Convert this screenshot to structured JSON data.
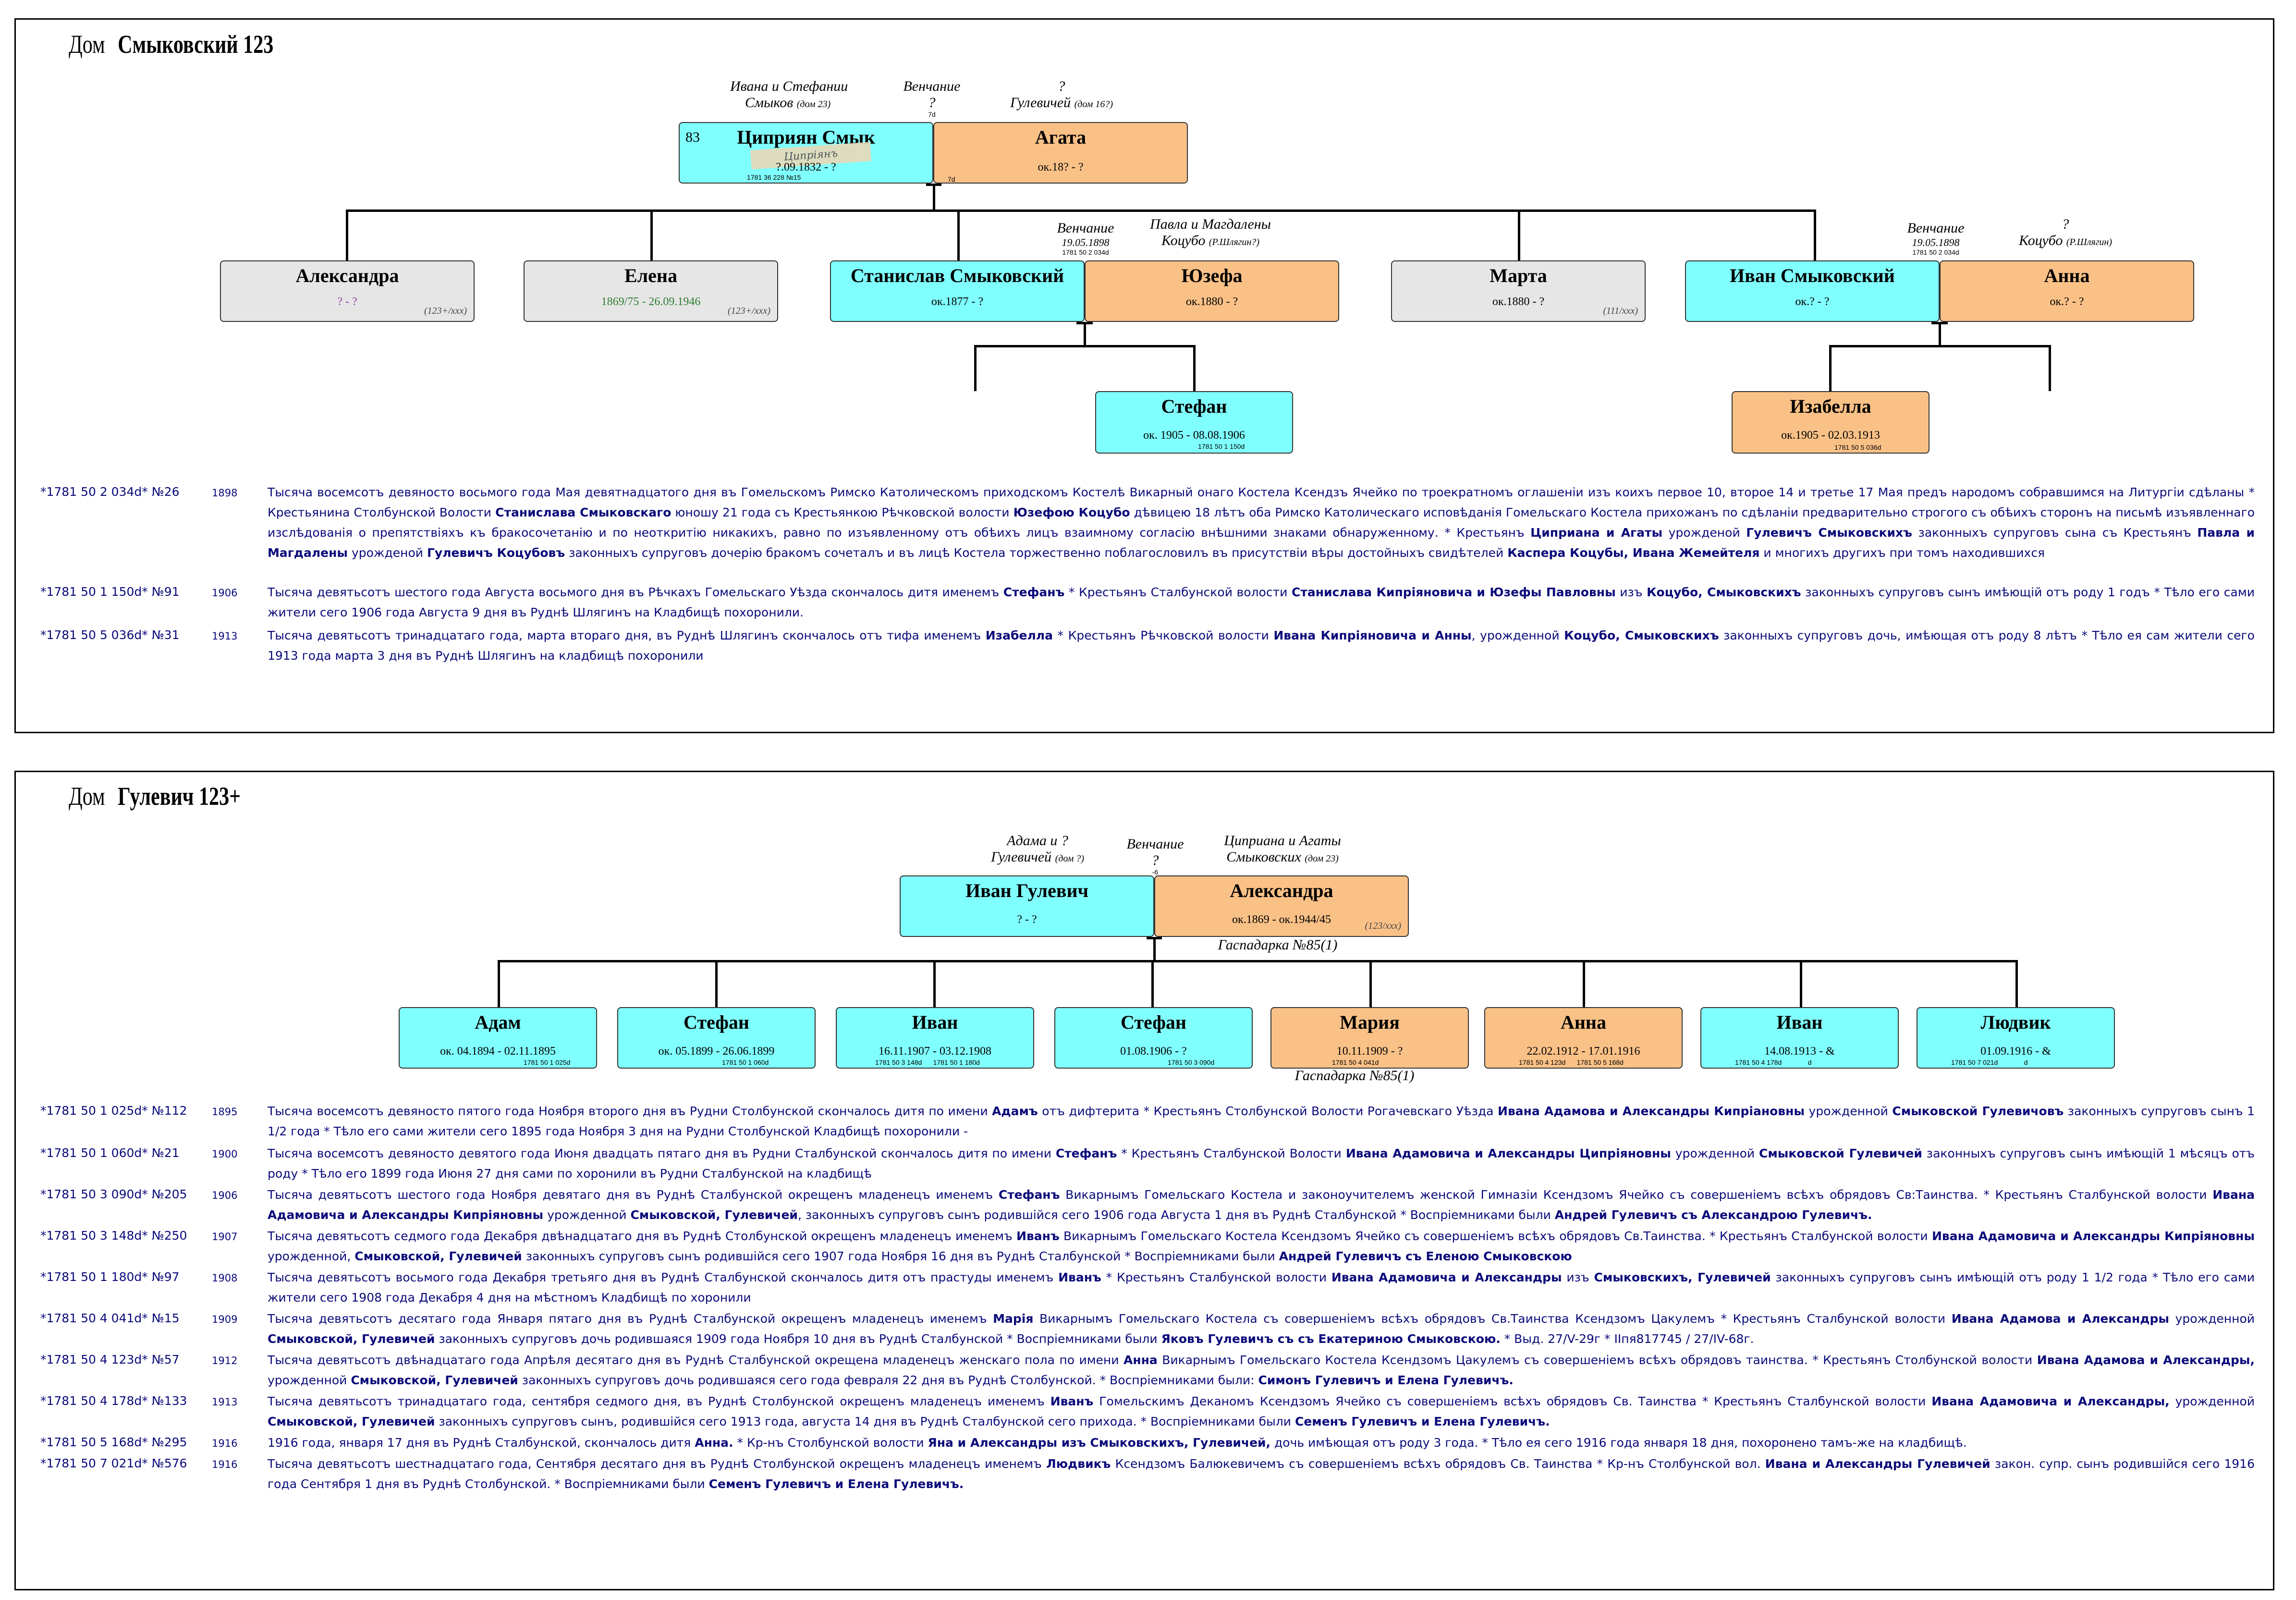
{
  "house1": {
    "label": "Дом",
    "name": "Смыковский 123",
    "parents_husband": {
      "line1": "Ивана и Стефании",
      "line2": "Смыков",
      "note": "(дом 23)"
    },
    "wedding_top": {
      "label": "Венчание",
      "value": "?",
      "ref": "7d"
    },
    "parents_wife": {
      "line1": "?",
      "line2": "Гулевичей",
      "note": "(дом 16?)"
    },
    "husband": {
      "num": "83",
      "name": "Циприян Смык",
      "dates": "?.09.1832 - ?",
      "ref": "1781 36 228 №15"
    },
    "wife": {
      "name": "Агата",
      "dates": "ок.18? - ?",
      "ref": "7d"
    },
    "children": [
      {
        "name": "Александра",
        "dates": "? - ?",
        "tag": "(123+/xxx)"
      },
      {
        "name": "Елена",
        "dates": "1869/75 - 26.09.1946",
        "tag": "(123+/xxx)"
      },
      {
        "name": "Станислав Смыковский",
        "dates": "ок.1877 - ?"
      },
      {
        "name": "Марта",
        "dates": "ок.1880 - ?",
        "tag": "(111/xxx)"
      },
      {
        "name": "Иван Смыковский",
        "dates": "ок.? - ?"
      }
    ],
    "spouse_stanislav": {
      "name": "Юзефа",
      "dates": "ок.1880 - ?"
    },
    "spouse_ivan": {
      "name": "Анна",
      "dates": "ок.? - ?"
    },
    "wedding_stanislav": {
      "label": "Венчание",
      "date": "19.05.1898",
      "ref": "1781 50 2 034d"
    },
    "parents_jozefa": {
      "line1": "Павла и Магдалены",
      "line2": "Коцубо",
      "note": "(Р.Шлягин?)"
    },
    "wedding_ivan": {
      "label": "Венчание",
      "date": "19.05.1898",
      "ref": "1781 50 2 034d"
    },
    "parents_anna": {
      "line1": "?",
      "line2": "Коцубо",
      "note": "(Р.Шлягин)"
    },
    "grandchild_stefan": {
      "name": "Стефан",
      "dates": "ок. 1905 - 08.08.1906",
      "ref": "1781 50 1 150d"
    },
    "grandchild_izabella": {
      "name": "Изабелла",
      "dates": "ок.1905 - 02.03.1913",
      "ref": "1781 50 5 036d"
    },
    "records": [
      {
        "id": "*1781 50 2 034d* №26",
        "year": "1898",
        "html": "Тысяча восемсотъ девяносто восьмого года Мая девятнадцатого дня въ Гомельскомъ Римско Католическомъ приходскомъ Костелѣ Викарный онаго Костела Ксендзъ Ячейко по троекратномъ оглашеніи изъ коихъ первое 10, второе 14 и третье 17 Мая предъ народомъ собравшимся на Литургіи сдѣланы * Крестьянина Столбунской Волости <b>Станислава Смыковскаго</b> юношу 21 года съ Крестьянкою Рѣчковской волости <b>Юзефою Коцубо</b> дѣвицею 18 лѣтъ оба Римско Католическаго исповѣданія Гомельскаго Костела прихожанъ по сдѣланіи предварительно строгого съ обѣихъ сторонъ на письмѣ изъявленнаго изслѣдованія о препятствіяхъ къ бракосочетанію и по неоткритію никакихъ, равно по изъявленному отъ обѣихъ лицъ взаимному согласію внѣшними знаками обнаруженному. * Крестьянъ <b>Циприана и Агаты</b> урожденой <b>Гулевичъ Смыковскихъ</b> законныхъ супруговъ сына съ Крестьянъ <b>Павла и Магдалены</b> урожденой <b>Гулевичъ Коцубовъ</b> законныхъ супруговъ дочерію бракомъ сочеталъ и въ лицѣ Костела торжественно поблагословилъ въ присутствіи вѣры достойныхъ свидѣтелей <b>Каспера Коцубы, Ивана Жемейтеля</b> и многихъ другихъ при томъ находившихся"
      },
      {
        "id": "*1781 50 1 150d* №91",
        "year": "1906",
        "html": "Тысяча девятьсотъ шестого года Августа восьмого дня въ Рѣчкахъ Гомельскаго Уѣзда скончалось дитя именемъ <b>Стефанъ</b> * Крестьянъ Сталбунской волости <b>Станислава Кипріяновича и Юзефы Павловны</b> изъ <b>Коцубо, Смыковскихъ</b> законныхъ супруговъ сынъ имѣющій отъ роду 1 годъ * Тѣло его сами жители сего 1906 года Августа 9 дня въ Руднѣ Шлягинъ на Кладбищѣ похоронили."
      },
      {
        "id": "*1781 50 5 036d* №31",
        "year": "1913",
        "html": "Тысяча девятьсотъ тринадцатаго года, марта втораго дня, въ Руднѣ Шлягинъ скончалось отъ тифа именемъ <b>Изабелла</b> * Крестьянъ Рѣчковской волости <b>Ивана Кипріяновича и Анны</b>, урожденной <b>Коцубо, Смыковскихъ</b> законныхъ супруговъ дочь, имѣющая отъ роду 8 лѣтъ * Тѣло ея сам жители сего 1913 года марта 3 дня въ Руднѣ Шлягинъ на кладбищѣ похоронили"
      }
    ]
  },
  "house2": {
    "label": "Дом",
    "name": "Гулевич 123+",
    "parents_husband": {
      "line1": "Адама и ?",
      "line2": "Гулевичей",
      "note": "(дом ?)"
    },
    "wedding": {
      "label": "Венчание",
      "value": "?",
      "ref": "-6"
    },
    "parents_wife": {
      "line1": "Циприана и Агаты",
      "line2": "Смыковских",
      "note": "(дом 23)"
    },
    "husband": {
      "name": "Иван Гулевич",
      "dates": "? - ?"
    },
    "wife": {
      "name": "Александра",
      "dates": "ок.1869 - ок.1944/45",
      "tag": "(123/xxx)"
    },
    "wife_note": "Гаспадарка №85(1)",
    "children": [
      {
        "name": "Адам",
        "dates": "ок. 04.1894 - 02.11.1895",
        "ref": "1781 50 1 025d",
        "color": "cyan"
      },
      {
        "name": "Стефан",
        "dates": "ок. 05.1899 - 26.06.1899",
        "ref": "1781 50 1 060d",
        "color": "cyan"
      },
      {
        "name": "Иван",
        "dates": "16.11.1907 - 03.12.1908",
        "ref": "1781 50 3 148d      1781 50 1 180d",
        "color": "cyan"
      },
      {
        "name": "Стефан",
        "dates": "01.08.1906 - ?",
        "ref": "1781 50 3 090d",
        "color": "cyan"
      },
      {
        "name": "Мария",
        "dates": "10.11.1909 - ?",
        "ref": "1781 50 4 041d",
        "color": "orange"
      },
      {
        "name": "Анна",
        "dates": "22.02.1912 - 17.01.1916",
        "ref": "1781 50 4 123d      1781 50 5 168d",
        "color": "orange"
      },
      {
        "name": "Иван",
        "dates": "14.08.1913 - &",
        "ref": "1781 50 4 178d              d",
        "color": "cyan"
      },
      {
        "name": "Людвик",
        "dates": "01.09.1916 - &",
        "ref": "1781 50 7 021d              d",
        "color": "cyan"
      }
    ],
    "maria_note": "Гаспадарка №85(1)",
    "records": [
      {
        "id": "*1781 50 1 025d* №112",
        "year": "1895",
        "html": "Тысяча восемсотъ девяносто пятого года Ноября второго дня въ Рудни Столбунской скончалось дитя по имени <b>Адамъ</b> отъ дифтерита * Крестьянъ Столбунской Волости Рогачевскаго Уѣзда <b>Ивана Адамова и Александры Кипріановны</b> урожденной <b>Смыковской Гулевичовъ</b> законныхъ супруговъ сынъ 1 1/2 года * Тѣло его сами жители сего 1895 года Ноября 3 дня на Рудни Столбунской Кладбищѣ похоронили -"
      },
      {
        "id": "*1781 50 1 060d* №21",
        "year": "1900",
        "html": "Тысяча восемсотъ девяносто девятого года Июня двадцать пятаго дня въ Рудни Сталбунской скончалось дитя по имени <b>Стефанъ</b> * Крестьянъ Сталбунской Волости <b>Ивана Адамовича и Александры Ципріяновны</b> урожденной <b>Смыковской Гулевичей</b> законныхъ супруговъ сынъ имѣющій 1 мѣсяцъ отъ роду * Тѣло его 1899 года Июня 27 дня сами по хоронили въ Рудни Сталбунской на кладбищѣ"
      },
      {
        "id": "*1781 50 3 090d* №205",
        "year": "1906",
        "html": "Тысяча девятьсотъ шестого года Ноября девятаго дня въ Руднѣ Сталбунской окрещенъ младенецъ именемъ <b>Стефанъ</b> Викарнымъ Гомельскаго Костела и законоучителемъ женской Гимназіи Ксендзомъ Ячейко съ совершеніемъ всѣхъ обрядовъ Св:Таинства. * Крестьянъ Сталбунской волости <b>Ивана Адамовича и Александры Кипріяновны</b> урожденной <b>Смыковской, Гулевичей</b>, законныхъ супруговъ сынъ родившійся сего 1906 года Августа 1 дня въ Руднѣ Сталбунской * Воспріемниками были <b>Андрей Гулевичъ съ Александрою Гулевичъ.</b>"
      },
      {
        "id": "*1781 50 3 148d* №250",
        "year": "1907",
        "html": "Тысяча девятьсотъ седмого года Декабря двѣнадцатаго дня въ Руднѣ Столбунской окрещенъ младенецъ именемъ <b>Иванъ</b> Викарнымъ Гомельскаго Костела Ксендзомъ Ячейко съ совершеніемъ всѣхъ обрядовъ Св.Таинства. * Крестьянъ Сталбунской волости <b>Ивана Адамовича и Александры Кипріяновны</b> урожденной, <b>Смыковской, Гулевичей</b> законныхъ супруговъ сынъ родившійся сего 1907 года Ноября 16 дня въ Руднѣ Сталбунской * Воспріемниками были <b>Андрей Гулевичъ съ Еленою Смыковскою</b>"
      },
      {
        "id": "*1781 50 1 180d* №97",
        "year": "1908",
        "html": "Тысяча девятьсотъ восьмого года Декабря третьяго дня въ Руднѣ Сталбунской скончалось дитя отъ прастуды именемъ <b>Иванъ</b> * Крестьянъ Сталбунской волости <b>Ивана Адамовича и Александры</b> изъ <b>Смыковскихъ, Гулевичей</b> законныхъ супруговъ сынъ имѣющій отъ роду 1 1/2 года * Тѣло его сами жители сего 1908 года Декабря 4 дня на мѣстномъ Кладбищѣ по хоронили"
      },
      {
        "id": "*1781 50 4 041d* №15",
        "year": "1909",
        "html": "Тысяча девятьсотъ десятаго года Января пятаго дня въ Руднѣ Сталбунской окрещенъ младенецъ именемъ <b>Марія</b> Викарнымъ Гомельскаго Костела съ совершеніемъ всѣхъ обрядовъ Св.Таинства Ксендзомъ Цакулемъ * Крестьянъ Сталбунской волости <b>Ивана Адамова и Александры</b> урожденной <b>Смыковской, Гулевичей</b> законныхъ супруговъ дочь родившаяся 1909 года Ноября 10 дня въ Руднѣ Сталбунской * Воспріемниками были <b>Яковъ Гулевичъ съ съ Екатериною Смыковскою.</b> * Выд. 27/V-29г * IIпя817745 / 27/IV-68г."
      },
      {
        "id": "*1781 50 4 123d* №57",
        "year": "1912",
        "html": "Тысяча девятьсотъ двѣнадцатаго года Апрѣля десятаго дня въ Руднѣ Сталбунской окрещена младенецъ женскаго пола по имени <b>Анна</b> Викарнымъ Гомельскаго Костела Ксендзомъ Цакулемъ съ совершеніемъ всѣхъ обрядовъ таинства. * Крестьянъ Столбунской волости <b>Ивана Адамова и Александры,</b> урожденной <b>Смыковской, Гулевичей</b> законныхъ супруговъ дочь родившаяся сего года февраля 22 дня въ Руднѣ Столбунской. * Воспріемниками были: <b>Симонъ Гулевичъ и Елена Гулевичъ.</b>"
      },
      {
        "id": "*1781 50 4 178d* №133",
        "year": "1913",
        "html": "Тысяча девятьсотъ тринадцатаго года, сентября седмого дня, въ Руднѣ Столбунской окрещенъ младенецъ именемъ <b>Иванъ</b> Гомельскимъ Деканомъ Ксендзомъ Ячейко съ совершеніемъ всѣхъ обрядовъ Св. Таинства * Крестьянъ Сталбунской волости <b>Ивана Адамовича и Александры,</b> урожденной <b>Смыковской, Гулевичей</b> законныхъ супруговъ сынъ, родившійся сего 1913 года, августа 14 дня въ Руднѣ Сталбунской сего прихода. * Воспріемниками были <b>Семенъ Гулевичъ и Елена Гулевичъ.</b>"
      },
      {
        "id": "*1781 50 5 168d* №295",
        "year": "1916",
        "html": "1916 года, января 17 дня въ Руднѣ Сталбунской, скончалось дитя <b>Анна.</b> * Кр-нъ Столбунской волости <b>Яна и Александры изъ Смыковскихъ, Гулевичей,</b> дочь имѣющая отъ роду 3 года. * Тѣло ея сего 1916 года января 18 дня, похоронено тамъ-же на кладбищѣ."
      },
      {
        "id": "*1781 50 7 021d* №576",
        "year": "1916",
        "html": "Тысяча девятьсотъ шестнадцатаго года, Сентября десятаго дня въ Руднѣ Столбунской окрещенъ младенецъ именемъ <b>Людвикъ</b> Ксендзомъ Балюкевичемъ съ совершеніемъ всѣхъ обрядовъ Св. Таинства * Кр-нъ Столбунской вол. <b>Ивана и Александры Гулевичей</b> закон. супр. сынъ родившійся сего 1916 года Сентября 1 дня въ Руднѣ Столбунской. * Воспріемниками были <b>Семенъ Гулевичъ и Елена Гулевичъ.</b>"
      }
    ]
  }
}
